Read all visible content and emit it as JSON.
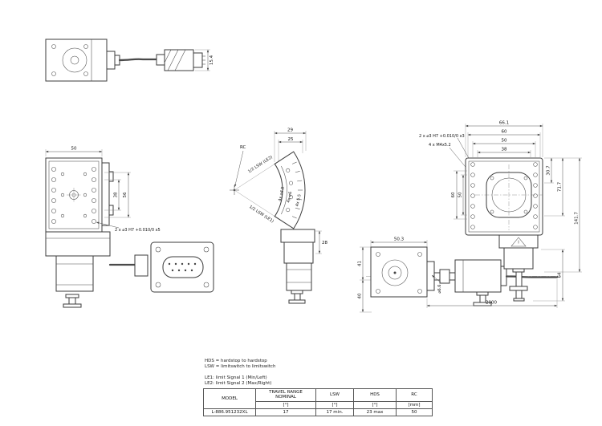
{
  "legend": [
    "HDS = hardstop to hardstop",
    "LSW = limitswitch to limitswitch",
    "LE1: limit Signal 1 (Min/Left)",
    "LE2: limit Signal 2 (Max/Right)"
  ],
  "table": {
    "headers": [
      {
        "label": "MODEL",
        "unit": ""
      },
      {
        "label": "TRAVEL RANGE NOMINAL",
        "unit": "[°]"
      },
      {
        "label": "LSW",
        "unit": "[°]"
      },
      {
        "label": "HDS",
        "unit": "[°]"
      },
      {
        "label": "RC",
        "unit": "[mm]"
      }
    ],
    "rows": [
      [
        "L-886.951232XL",
        "17",
        "17 min.",
        "23 max",
        "50"
      ]
    ]
  },
  "views": {
    "cable_top": {
      "connector_height": "15.4"
    },
    "front": {
      "width": "50",
      "hole_span_inner": "38",
      "hole_span_outer": "56",
      "dowel_note": "2 x ⌀3 H7 +0.010/0 x5"
    },
    "goniometer": {
      "dim_29": "29",
      "dim_25": "25",
      "rc_label": "RC",
      "lsw_upper": "1/2 LSW (LE2)",
      "lsw_lower": "1/2 LSW (LE1)",
      "holes_a": "4x ⌀4.5",
      "holes_b": "4x ⌀6",
      "holes_c": "4x 5.5",
      "dim_28": "28"
    },
    "top": {
      "dim_width_total": "66.1",
      "dim_60": "60",
      "dim_50": "50",
      "dim_38": "38",
      "left_60": "60",
      "left_50": "50",
      "dowel_note": "2 x ⌀3 H7 +0.010/0 x3",
      "thread_note": "4 x M4x5.2",
      "right_30_7": "30.7",
      "right_71_7": "71.7",
      "right_141_7": "141.7",
      "right_64": "64"
    },
    "side": {
      "dim_50_3": "50.3",
      "dim_41": "41",
      "dim_40": "40",
      "dia_6_6": "⌀6.6",
      "cable_length": "2000"
    }
  }
}
